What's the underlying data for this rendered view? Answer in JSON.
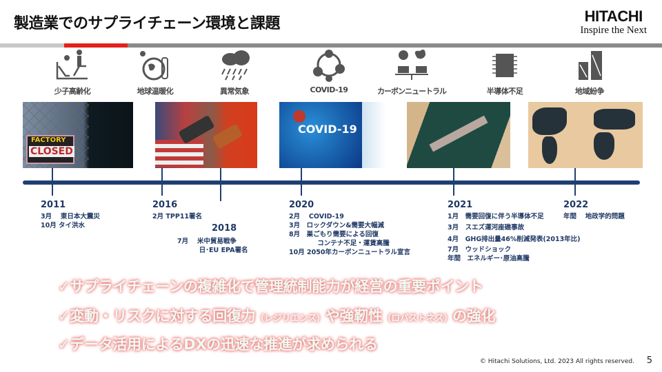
{
  "header": {
    "title": "製造業でのサプライチェーン環境と課題",
    "logo_name": "HITACHI",
    "logo_tagline": "Inspire the Next"
  },
  "icons": [
    {
      "name": "declining-birthrate-icon",
      "label": "少子高齢化"
    },
    {
      "name": "global-warming-icon",
      "label": "地球温暖化"
    },
    {
      "name": "abnormal-weather-icon",
      "label": "異常気象"
    },
    {
      "name": "covid-icon",
      "label": "COVID-19"
    },
    {
      "name": "carbon-neutral-icon",
      "label": "カーボンニュートラル"
    },
    {
      "name": "semiconductor-icon",
      "label": "半導体不足"
    },
    {
      "name": "regional-conflict-icon",
      "label": "地域紛争"
    }
  ],
  "photos": {
    "factory_line1": "FACTORY",
    "factory_line2": "CLOSED",
    "covid": "COVID-19"
  },
  "timeline": [
    {
      "year": "2011",
      "events": [
        "3月　 東日本大震災",
        "10月 タイ洪水"
      ]
    },
    {
      "year": "2016",
      "events": [
        "2月 TPP11署名"
      ]
    },
    {
      "year": "2018",
      "events": [
        "7月　 米中貿易戦争",
        "　　　 日･EU EPA署名"
      ]
    },
    {
      "year": "2020",
      "events": [
        "2月　 COVID-19",
        "3月　ロックダウン&需要大幅減",
        "8月　巣ごもり需要による回復",
        "　　　　 コンテナ不足・運賃高騰",
        "10月 2050年カーボンニュートラル宣言"
      ]
    },
    {
      "year": "2021",
      "events": [
        "1月　需要回復に伴う半導体不足",
        "3月　スエズ運河座礁事故",
        "4月　GHG排出量46%削減発表(2013年比)",
        "7月　ウッドショック",
        "年間　エネルギー･原油高騰"
      ]
    },
    {
      "year": "2022",
      "events": [
        "年間　 地政学的問題"
      ]
    }
  ],
  "highlights": {
    "line1": "✓サプライチェーンの複雑化で管理統制能力が経営の重要ポイント",
    "line2a": "✓変動・リスクに対する回復力",
    "line2b": "（レジリエンス）",
    "line2c": "や強靭性",
    "line2d": "（ロバストネス）",
    "line2e": "の強化",
    "line3": "✓データ活用によるDXの迅速な推進が求められる"
  },
  "footer": {
    "copyright": "© Hitachi Solutions, Ltd. 2023 All rights reserved.",
    "page": "5"
  },
  "colors": {
    "accent": "#e3201b",
    "timeline": "#1f3f73"
  }
}
